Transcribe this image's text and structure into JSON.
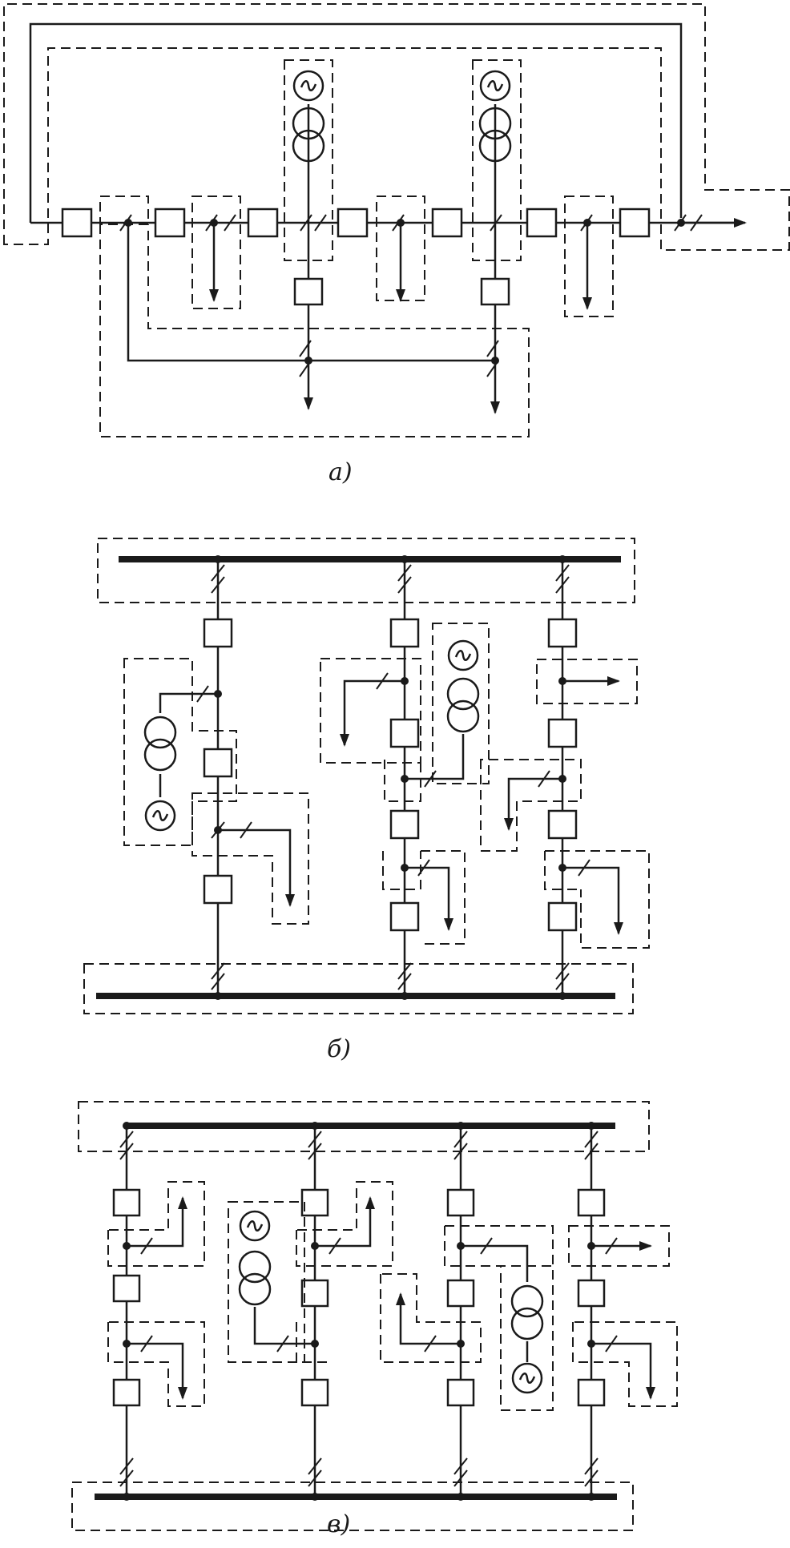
{
  "captions": {
    "a": "а)",
    "b": "б)",
    "v": "в)"
  },
  "colors": {
    "ink": "#1a1a1a",
    "paper": "#ffffff"
  }
}
